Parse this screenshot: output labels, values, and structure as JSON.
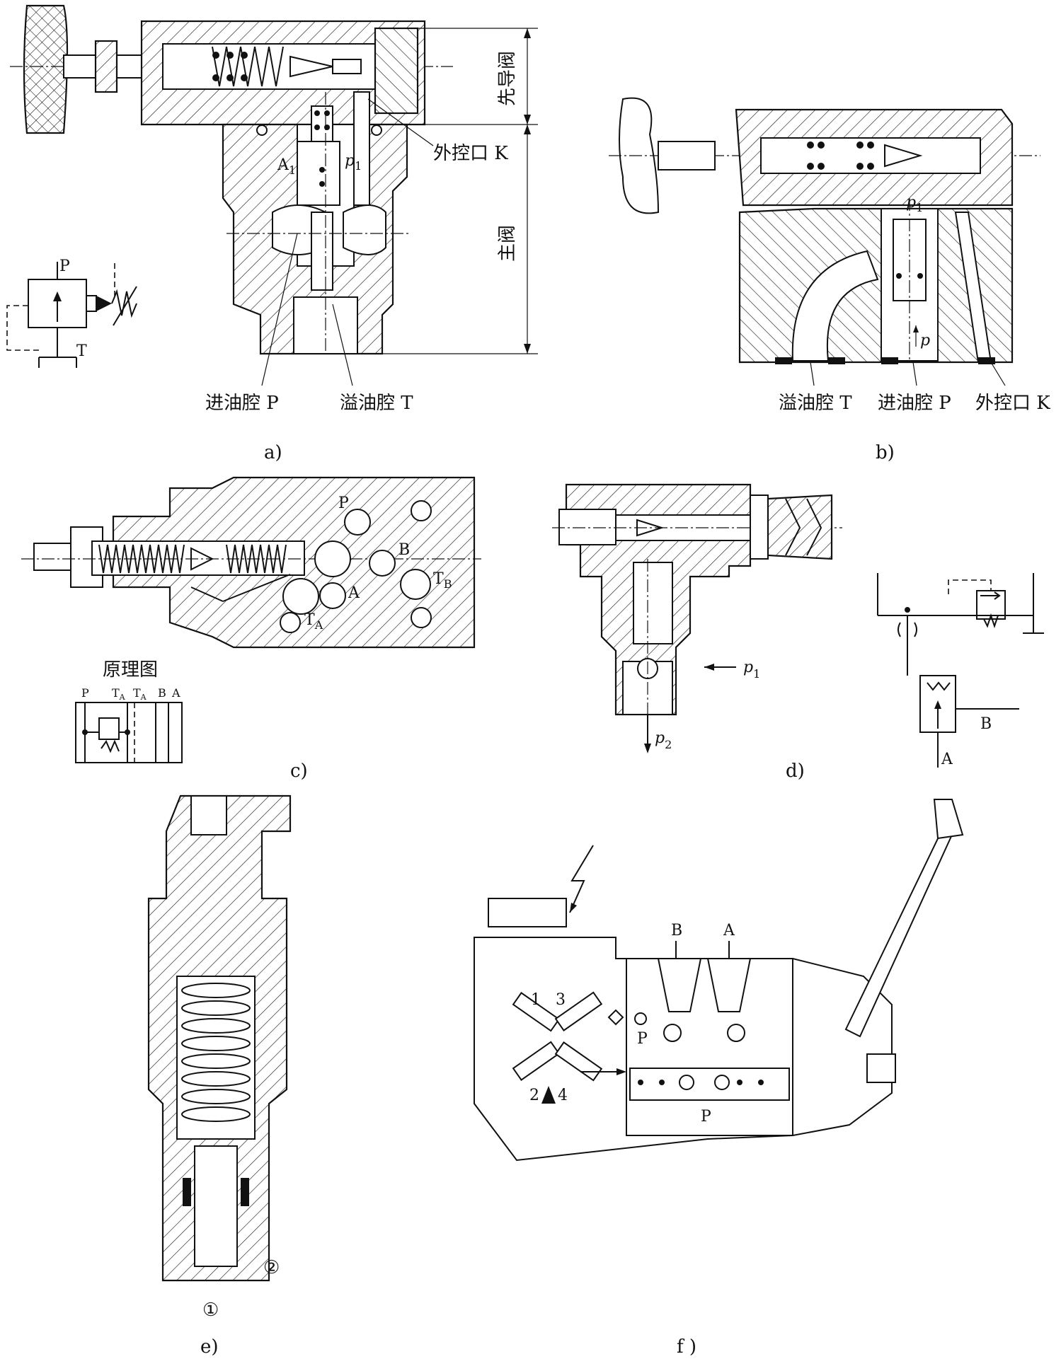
{
  "panels": {
    "a": {
      "caption": "a)",
      "pilot_label": "先导阀",
      "main_label": "主阀",
      "ext_port_label": "外控口 K",
      "inlet_label": "进油腔 P",
      "overflow_label": "溢油腔 T",
      "a1_label": "A",
      "a1_sub": "1",
      "p1_label": "p",
      "p1_sub": "1",
      "symbol_p": "P",
      "symbol_t": "T"
    },
    "b": {
      "caption": "b)",
      "p1_label": "p",
      "p1_sub": "1",
      "p_label": "p",
      "overflow_label": "溢油腔 T",
      "inlet_label": "进油腔 P",
      "ext_port_label": "外控口 K"
    },
    "c": {
      "caption": "c)",
      "port_p": "P",
      "port_b": "B",
      "port_tb": "T",
      "port_tb_sub": "B",
      "port_a": "A",
      "port_ta": "T",
      "port_ta_sub": "A",
      "schematic_title": "原理图",
      "schematic_ports": "P    T",
      "schematic_p": "P",
      "schematic_ta1": "T",
      "schematic_ta1_sub": "A",
      "schematic_ta2": "T",
      "schematic_ta2_sub": "A",
      "schematic_b": "B",
      "schematic_a": "A"
    },
    "d": {
      "caption": "d)",
      "p1_label": "p",
      "p1_sub": "1",
      "p2_label": "p",
      "p2_sub": "2",
      "port_b": "B",
      "port_a": "A"
    },
    "e": {
      "caption": "e)",
      "mark1": "①",
      "mark2": "②"
    },
    "f": {
      "caption": "f )",
      "port_b": "B",
      "port_a": "A",
      "port_p": "P",
      "port_p2": "P",
      "n1": "1",
      "n2": "2",
      "n3": "3",
      "n4": "4"
    }
  }
}
